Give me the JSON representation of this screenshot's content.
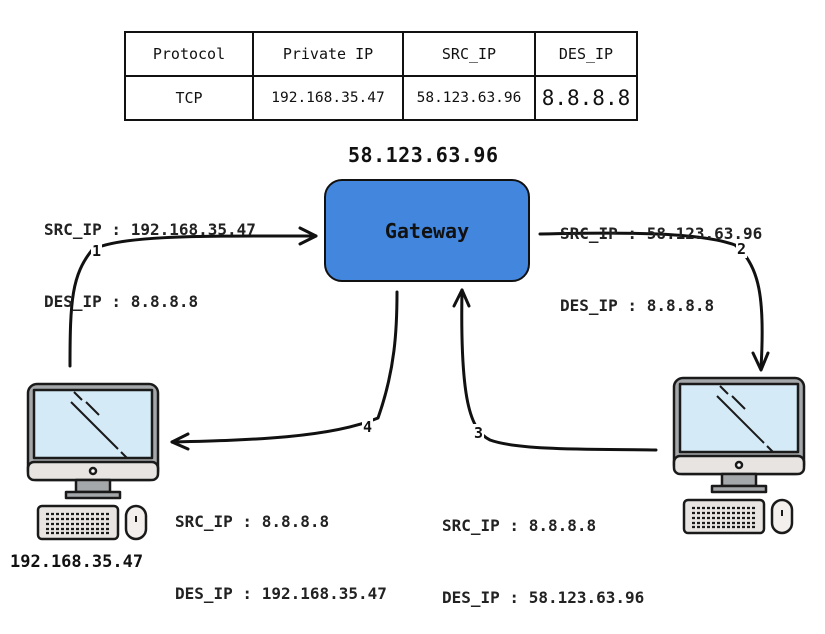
{
  "nat_table": {
    "headers": [
      "Protocol",
      "Private IP",
      "SRC_IP",
      "DES_IP"
    ],
    "rows": [
      [
        "TCP",
        "192.168.35.47",
        "58.123.63.96",
        "8.8.8.8"
      ]
    ]
  },
  "gateway": {
    "label": "Gateway",
    "public_ip": "58.123.63.96",
    "fill_color": "#4386dd"
  },
  "left_pc": {
    "ip": "192.168.35.47"
  },
  "right_pc": {
    "ip": ""
  },
  "packets": [
    {
      "step": "1",
      "src": "SRC_IP : 192.168.35.47",
      "des": "DES_IP : 8.8.8.8"
    },
    {
      "step": "2",
      "src": "SRC_IP : 58.123.63.96",
      "des": "DES_IP : 8.8.8.8"
    },
    {
      "step": "3",
      "src": "SRC_IP : 8.8.8.8",
      "des": "DES_IP : 58.123.63.96"
    },
    {
      "step": "4",
      "src": "SRC_IP : 8.8.8.8",
      "des": "DES_IP : 192.168.35.47"
    }
  ]
}
